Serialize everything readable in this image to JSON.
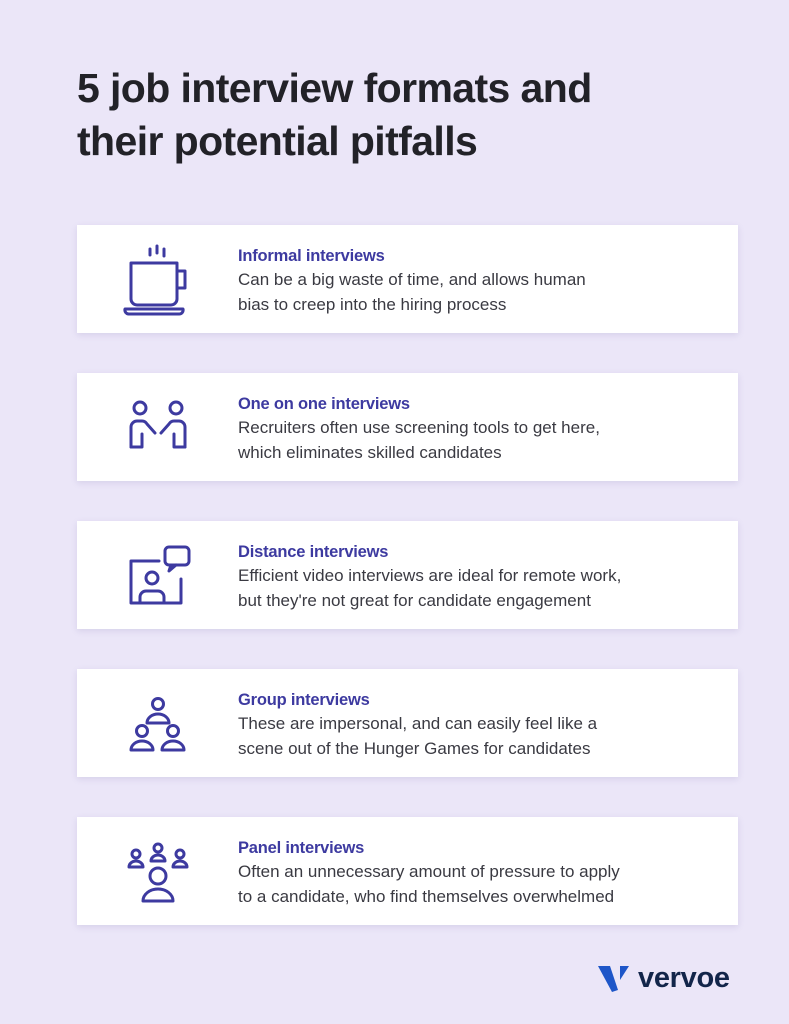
{
  "title": {
    "line1": "5 job interview formats and",
    "line2": "their potential pitfalls"
  },
  "colors": {
    "background": "#ebe6f8",
    "card": "#ffffff",
    "accent": "#3d3aa0",
    "title": "#222228",
    "body_text": "#3a3a42",
    "logo_text": "#12254a",
    "logo_mark": "#1e56c8"
  },
  "items": [
    {
      "icon": "coffee-cup-icon",
      "heading": "Informal interviews",
      "line1": "Can be a big waste of time, and allows human",
      "line2": "bias to creep into the hiring process"
    },
    {
      "icon": "two-people-handshake-icon",
      "heading": "One on one interviews",
      "line1": "Recruiters often use screening tools to get here,",
      "line2": "which eliminates skilled candidates"
    },
    {
      "icon": "video-call-icon",
      "heading": "Distance interviews",
      "line1": "Efficient video interviews are ideal for remote work,",
      "line2": "but they're not great for candidate engagement"
    },
    {
      "icon": "group-icon",
      "heading": "Group interviews",
      "line1": "These are impersonal, and can easily feel like a",
      "line2": "scene out of the Hunger Games for candidates"
    },
    {
      "icon": "panel-icon",
      "heading": "Panel interviews",
      "line1": "Often an unnecessary amount of pressure to apply",
      "line2": "to a candidate, who find themselves overwhelmed"
    }
  ],
  "logo": {
    "icon": "vervoe-v-logo-icon",
    "text": "vervoe"
  }
}
